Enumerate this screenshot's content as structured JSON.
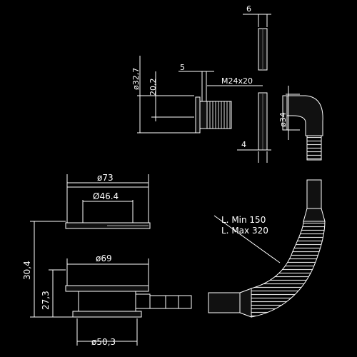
{
  "dimensions": {
    "top_thickness": "6",
    "bottom_thickness": "4",
    "thread": "M24x20",
    "head_width": "5",
    "outer_dia_top": "ø32,7",
    "height_20_2": "20,2",
    "elbow_dia": "ø34",
    "cap_dia": "ø73",
    "cap_inner_dia": "Ø46.4",
    "body_dia": "ø69",
    "base_dia": "ø50,3",
    "total_height": "30,4",
    "body_height": "27,3"
  },
  "hose": {
    "length_min": "L. Min 150",
    "length_max": "L. Max 320"
  }
}
